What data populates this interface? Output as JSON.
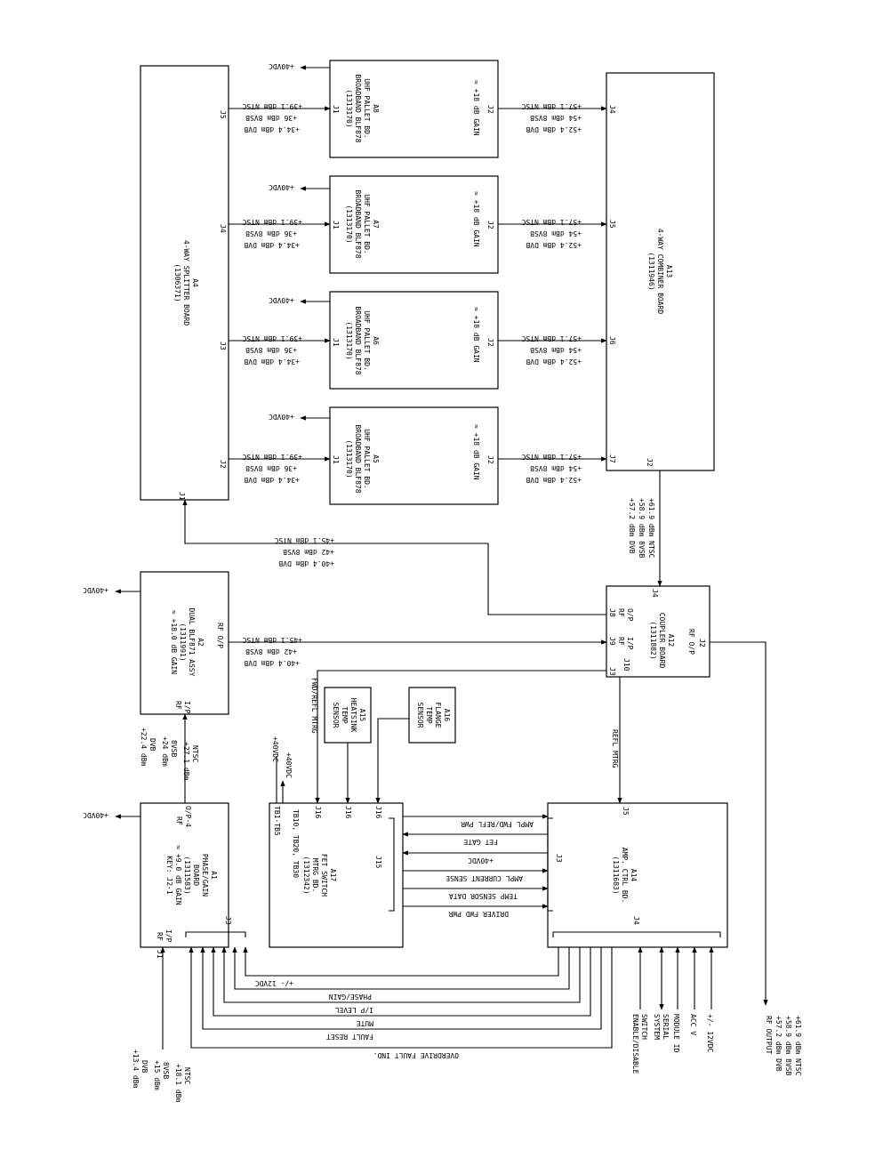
{
  "common": {
    "vdc40": "+40VDC",
    "ntsc391": "+39.1 dBm NTSC",
    "vsb36": "+36 dBm 8VSB",
    "dvb344": "+34.4 dBm DVB",
    "ntsc571": "+57.1 dBm NTSC",
    "vsb54": "+54 dBm 8VSB",
    "dvb524": "+52.4 dBm DVB",
    "pallet_line1": "UHF PALLET BD.",
    "pallet_line2": "BROADBAND BLF878",
    "pallet_line3": "(1313170)",
    "pallet_gain": "≈ +18 dB GAIN",
    "j1": "J1",
    "j2": "J2"
  },
  "splitter": {
    "line1": "A4",
    "line2": "4-WAY SPLITTER BOARD",
    "line3": "(1306371)",
    "j1": "J1",
    "j2": "J2",
    "j3": "J3",
    "j4": "J4",
    "j5": "J5"
  },
  "combiner": {
    "line1": "A13",
    "line2": "4-WAY COMBINER BOARD",
    "line3": "(1311946)",
    "j2": "J2",
    "j4": "J4",
    "j5": "J5",
    "j6": "J6",
    "j7": "J7"
  },
  "pallets": {
    "a8": "A8",
    "a7": "A7",
    "a6": "A6",
    "a5": "A5"
  },
  "a2": {
    "line1": "A2",
    "line2": "DUAL BLF871 ASSY",
    "line3": "(1311991)",
    "line4": "≈ +18.0 dB GAIN",
    "rf_op": "RF O/P",
    "rf": "RF",
    "ip": "I/P",
    "out_ntsc": "+45.1 dBm NTSC",
    "out_vsb": "+42 dBm 8VSB",
    "out_dvb": "+40.4 dBm DVB"
  },
  "a12": {
    "line1": "A12",
    "line2": "COUPLER BOARD",
    "line3": "(1311882)",
    "j8_a": "J8",
    "j8_b": "RF",
    "j8_c": "O/P",
    "j9_a": "J9",
    "j9_b": "RF",
    "j9_c": "I/P",
    "rf_op": "RF O/P",
    "j2": "J2",
    "j3": "J3",
    "j4": "J4",
    "j10": "J10"
  },
  "combiner_out": {
    "dvb": "+57.2 dBm DVB",
    "vsb": "+58.9 dBm 8VSB",
    "ntsc": "+61.9 dBm NTSC"
  },
  "a1": {
    "line1": "A1",
    "line2": "PHASE/GAIN",
    "line3": "BOARD",
    "line4": "(1311583)",
    "line5": "≈ +9.0 dB GAIN",
    "line6": "KEY: J2-1",
    "rf_op_a": "RF",
    "rf_op_b": "O/P-4",
    "rf_ip_a": "RF",
    "rf_ip_b": "I/P",
    "j1": "J1",
    "j3": "J3"
  },
  "a1_out": {
    "dvb_a": "+22.4 dBm",
    "dvb_b": "DVB",
    "vsb_a": "+24 dBm",
    "vsb_b": "8VSB",
    "ntsc_a": "+27.1 dBm",
    "ntsc_b": "NTSC"
  },
  "a1_in": {
    "dvb_a": "+13.4 dBm",
    "dvb_b": "DVB",
    "vsb_a": "+15 dBm",
    "vsb_b": "8VSB",
    "ntsc_a": "+18.1 dBm",
    "ntsc_b": "NTSC"
  },
  "a17": {
    "line1": "A17",
    "line2": "FET SWITCH",
    "line3": "MTRG BD.",
    "line4": "(1312342)",
    "tb_a": "TB10, TB20, TB30",
    "tb_b": "TB1-TB5",
    "vdc_a": "+40VDC",
    "vdc_b": "+40VDC",
    "j15": "J15",
    "j16": "J16",
    "fwd_refl": "FWD/REFL MTRG"
  },
  "a15": {
    "line1": "A15",
    "line2": "HEATSINK",
    "line3": "TEMP",
    "line4": "SENSOR"
  },
  "a16": {
    "line1": "A16",
    "line2": "FLANGE",
    "line3": "TEMP",
    "line4": "SENSOR"
  },
  "a14": {
    "line1": "A14",
    "line2": "AMP. CTRL BD.",
    "line3": "(1311683)",
    "j3": "J3",
    "j4": "J4",
    "j5": "J5"
  },
  "refl_mtrg": "REFL MTRG",
  "bus": [
    "AMPL FWD/REFL PWR",
    "FET GATE",
    "+40VDC",
    "AMPL CURRENT SENSE",
    "TEMP SENSOR DATA",
    "DRIVER FWD PWR"
  ],
  "ctrl": [
    "+/- 12VDC",
    "PHASE/GAIN",
    "I/P LEVEL",
    "MUTE",
    "FAULT RESET",
    "OVERDRIVE FAULT IND."
  ],
  "ext": {
    "enable_a": "ENABLE/DISABLE",
    "enable_b": "SWITCH",
    "serial_a": "SYSTEM",
    "serial_b": "SERIAL",
    "module_id": "MODULE ID",
    "acc_v": "ACC V",
    "v12": "+/- 12VDC"
  },
  "rf_output": {
    "label": "RF OUTPUT",
    "dvb": "+57.2 dBm DVB",
    "vsb": "+58.9 dBm 8VSB",
    "ntsc": "+61.9 dBm NTSC"
  }
}
